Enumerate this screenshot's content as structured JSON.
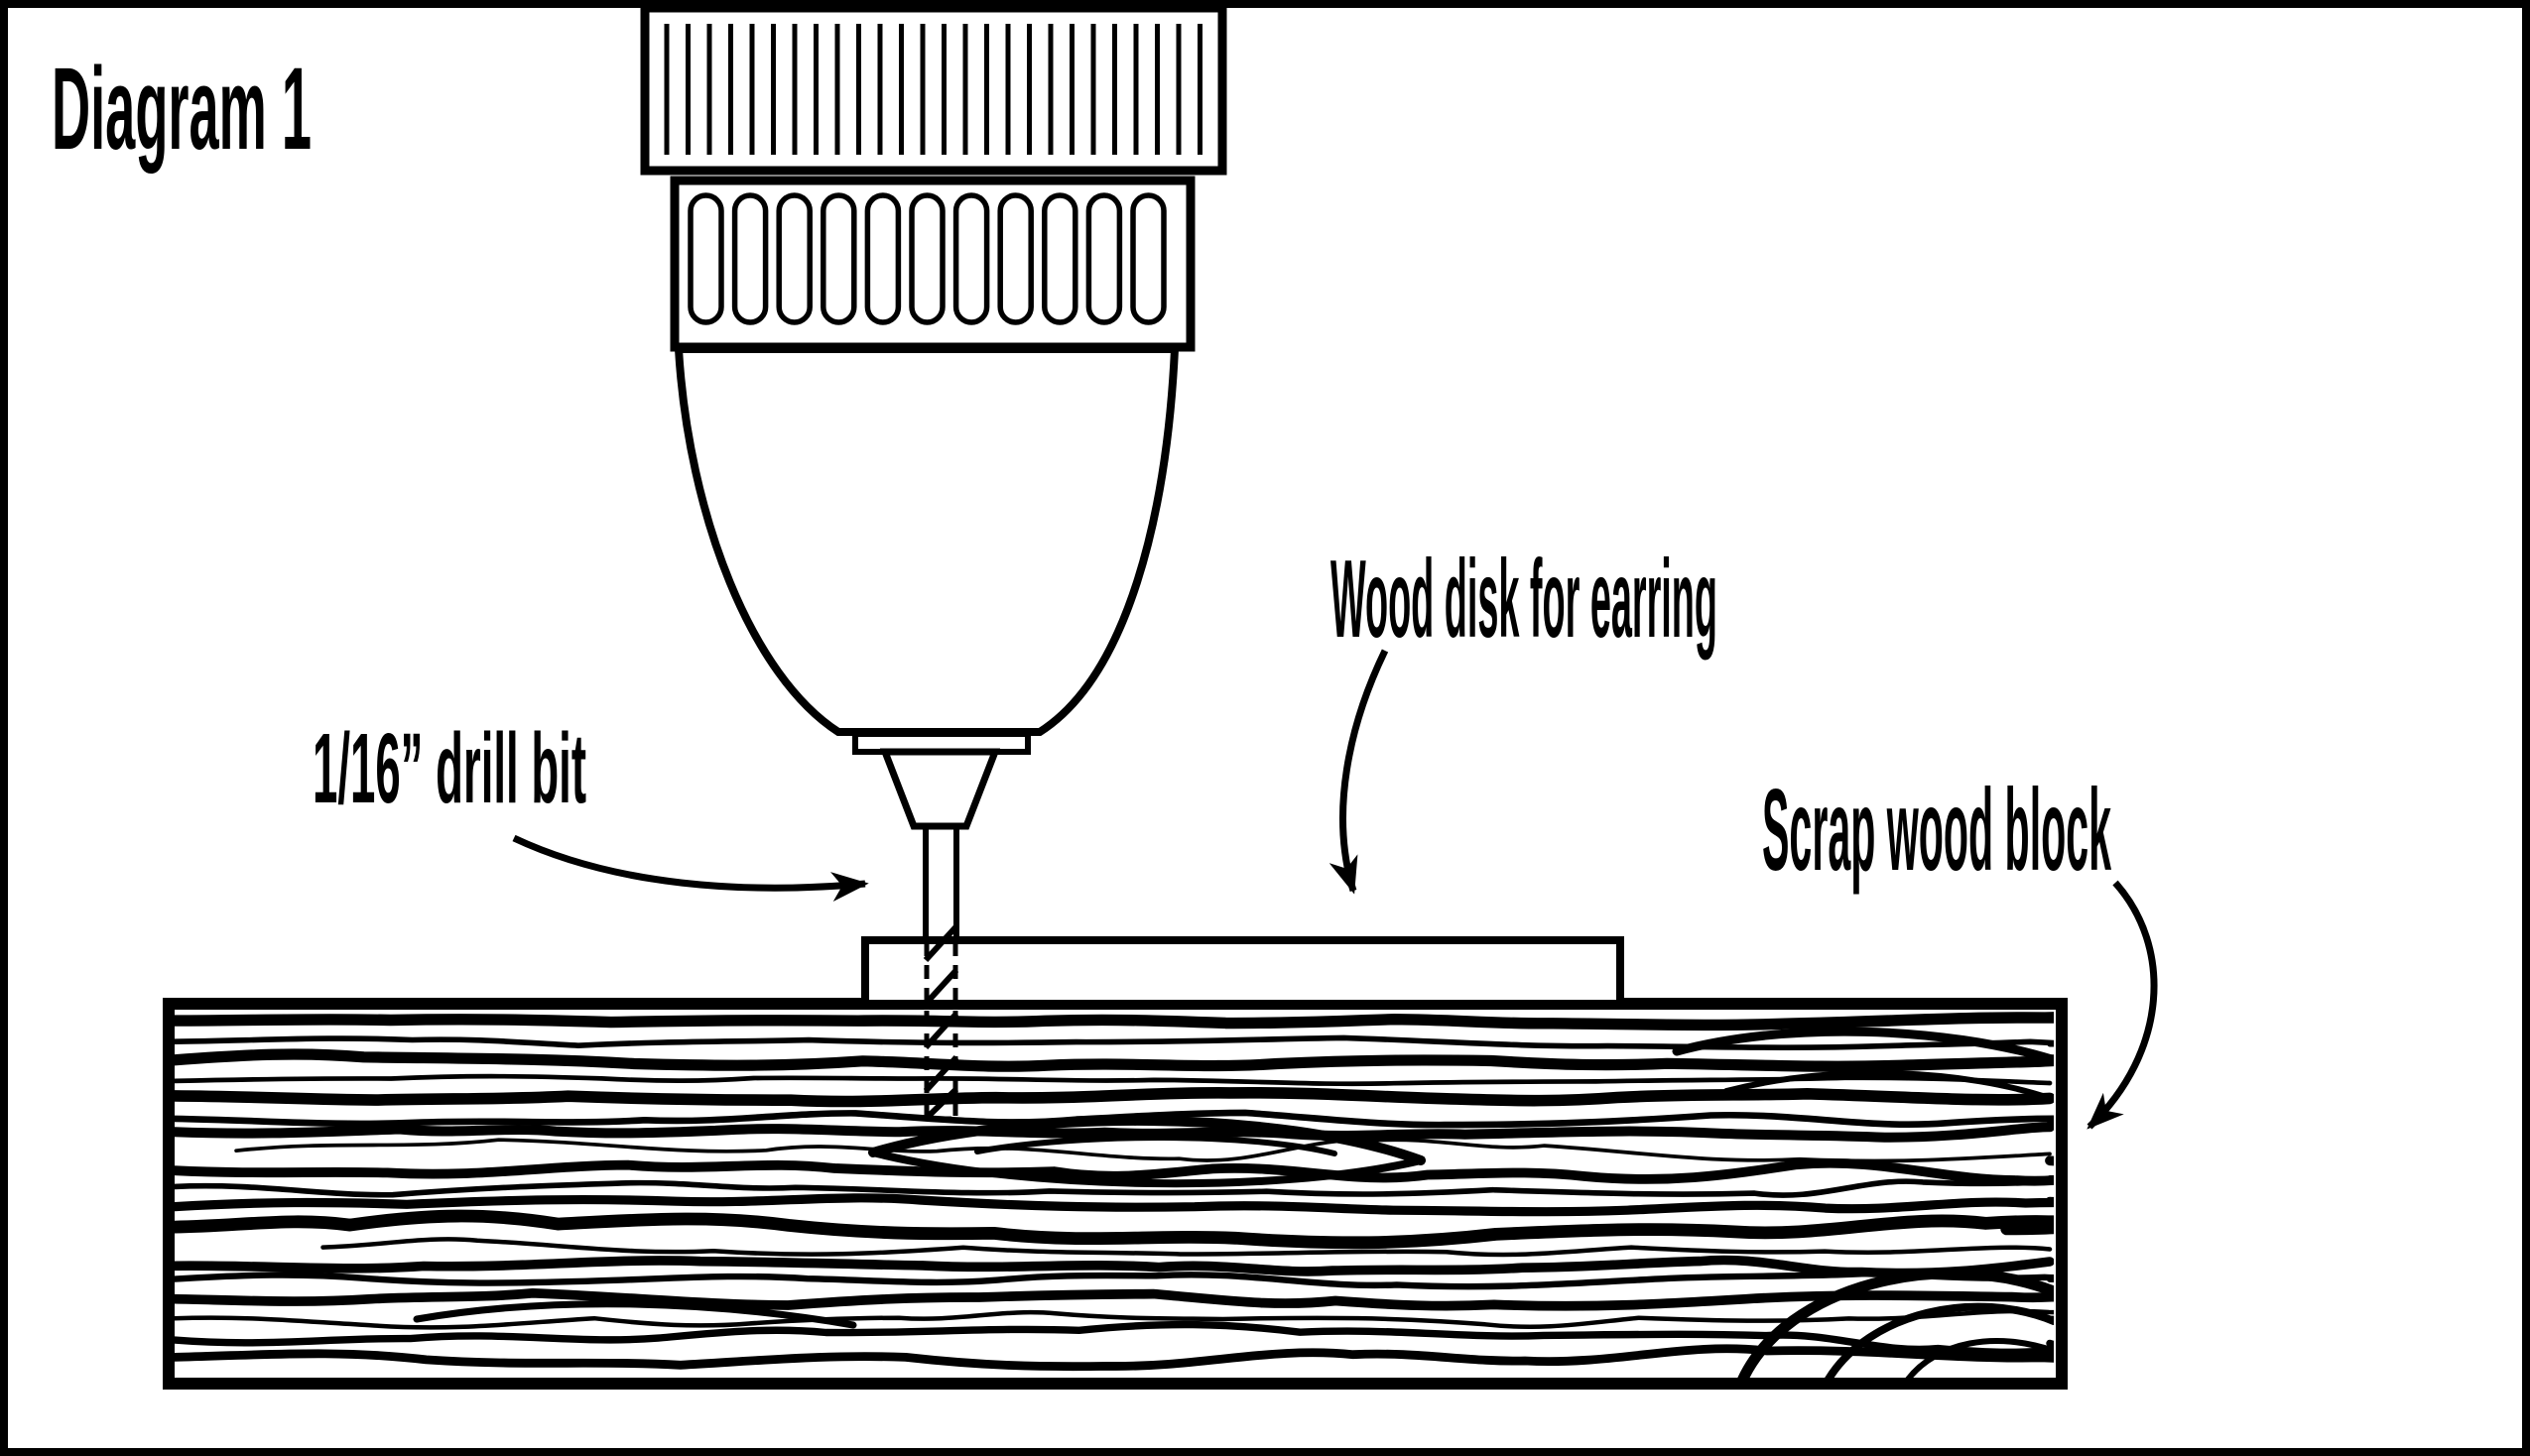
{
  "diagram": {
    "title": "Diagram 1",
    "labels": {
      "drill_bit": "1/16” drill bit",
      "wood_disk": "Wood disk for earring",
      "scrap_wood_block": "Scrap wood block"
    },
    "colors": {
      "ink": "#000000",
      "paper": "#ffffff"
    }
  }
}
